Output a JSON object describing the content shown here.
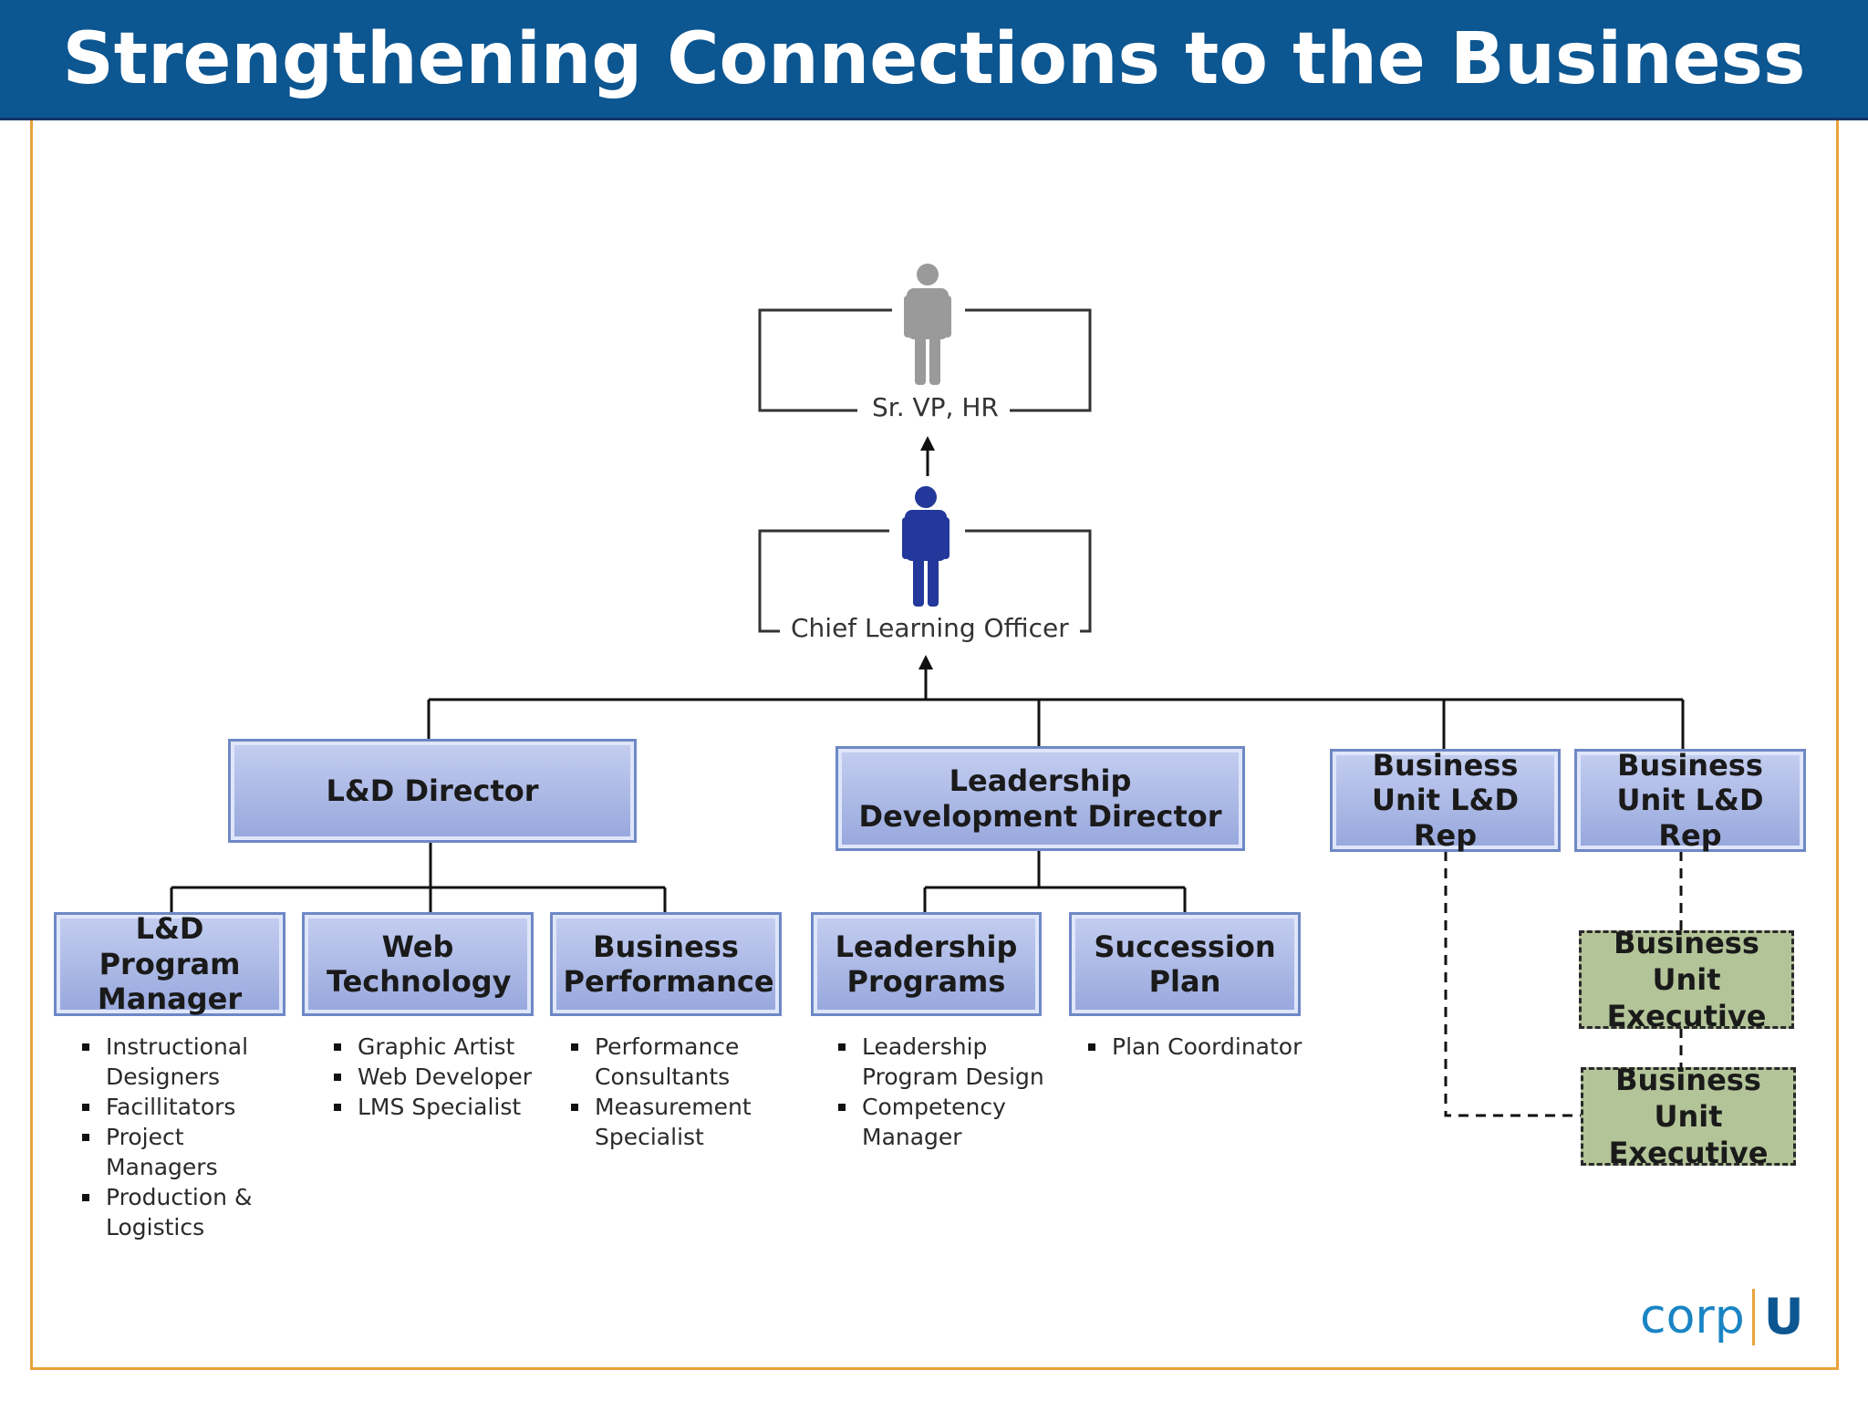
{
  "title": "Strengthening Connections to the Business",
  "people": {
    "top": "Sr. VP, HR",
    "clo": "Chief Learning Officer"
  },
  "directors": {
    "ld": "L&D Director",
    "leadership": "Leadership Development Director",
    "bu1": "Business Unit L&D Rep",
    "bu2": "Business Unit L&D Rep"
  },
  "teams": {
    "program_manager": "L&D Program Manager",
    "web_tech": "Web Technology",
    "business_perf": "Business Performance",
    "leadership_programs": "Leadership Programs",
    "succession": "Succession Plan"
  },
  "executives": {
    "exec1": "Business Unit Executive",
    "exec2": "Business Unit Executive"
  },
  "roles": {
    "program_manager": [
      "Instructional Designers",
      "Facillitators",
      "Project Managers",
      "Production & Logistics"
    ],
    "web_tech": [
      "Graphic Artist",
      "Web Developer",
      "LMS Specialist"
    ],
    "business_perf": [
      "Performance Consultants",
      "Measurement Specialist"
    ],
    "leadership_programs": [
      "Leadership Program Design",
      "Competency Manager"
    ],
    "succession": [
      "Plan Coordinator"
    ]
  },
  "logo": {
    "word": "corp",
    "mark": "U"
  },
  "colors": {
    "header": "#0c5691",
    "frame": "#e8a33c",
    "box": "#a9b7e6",
    "exec": "#b3c498",
    "top_person": "#9a9a9a",
    "clo_person": "#23389a"
  }
}
